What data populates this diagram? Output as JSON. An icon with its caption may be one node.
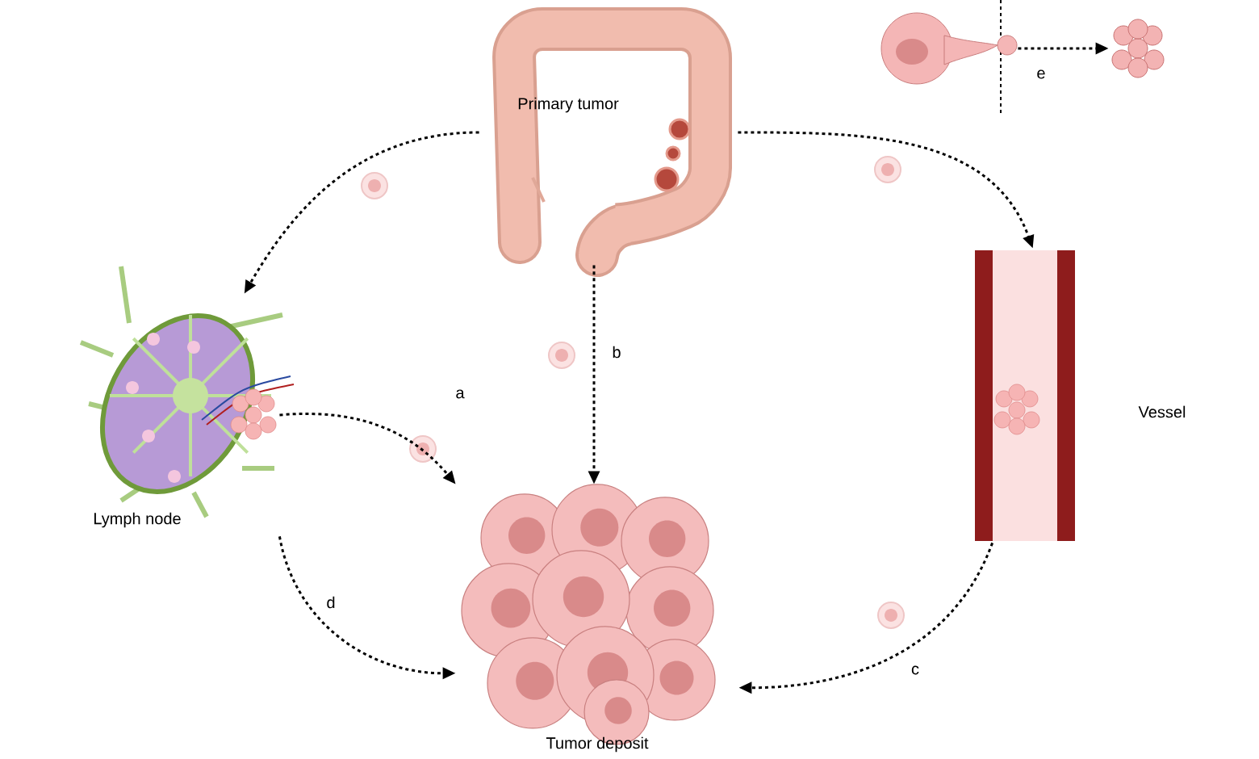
{
  "diagram": {
    "nodes": [
      {
        "text": [
          "Primary tumor"
        ]
      },
      {
        "text": [
          "Lymph node"
        ]
      },
      {
        "text": [
          "Vessel"
        ]
      },
      {
        "text": [
          "Tumor deposit"
        ]
      },
      {
        "text": [],
        "shape": "picture"
      },
      {
        "text": [],
        "shape": "picture"
      }
    ],
    "edges": [
      {
        "from": 0,
        "to": 1,
        "arrow": "to"
      },
      {
        "from": 0,
        "to": 2,
        "arrow": "to"
      },
      {
        "from": 0,
        "to": 3,
        "arrow": "to",
        "label": "b"
      },
      {
        "from": 1,
        "to": 3,
        "arrow": "to",
        "label": "a"
      },
      {
        "from": 1,
        "to": 3,
        "arrow": "to",
        "label": "d"
      },
      {
        "from": 2,
        "to": 3,
        "arrow": "to",
        "label": "c"
      },
      {
        "from": 4,
        "to": 5,
        "arrow": "to",
        "label": "e"
      }
    ]
  }
}
